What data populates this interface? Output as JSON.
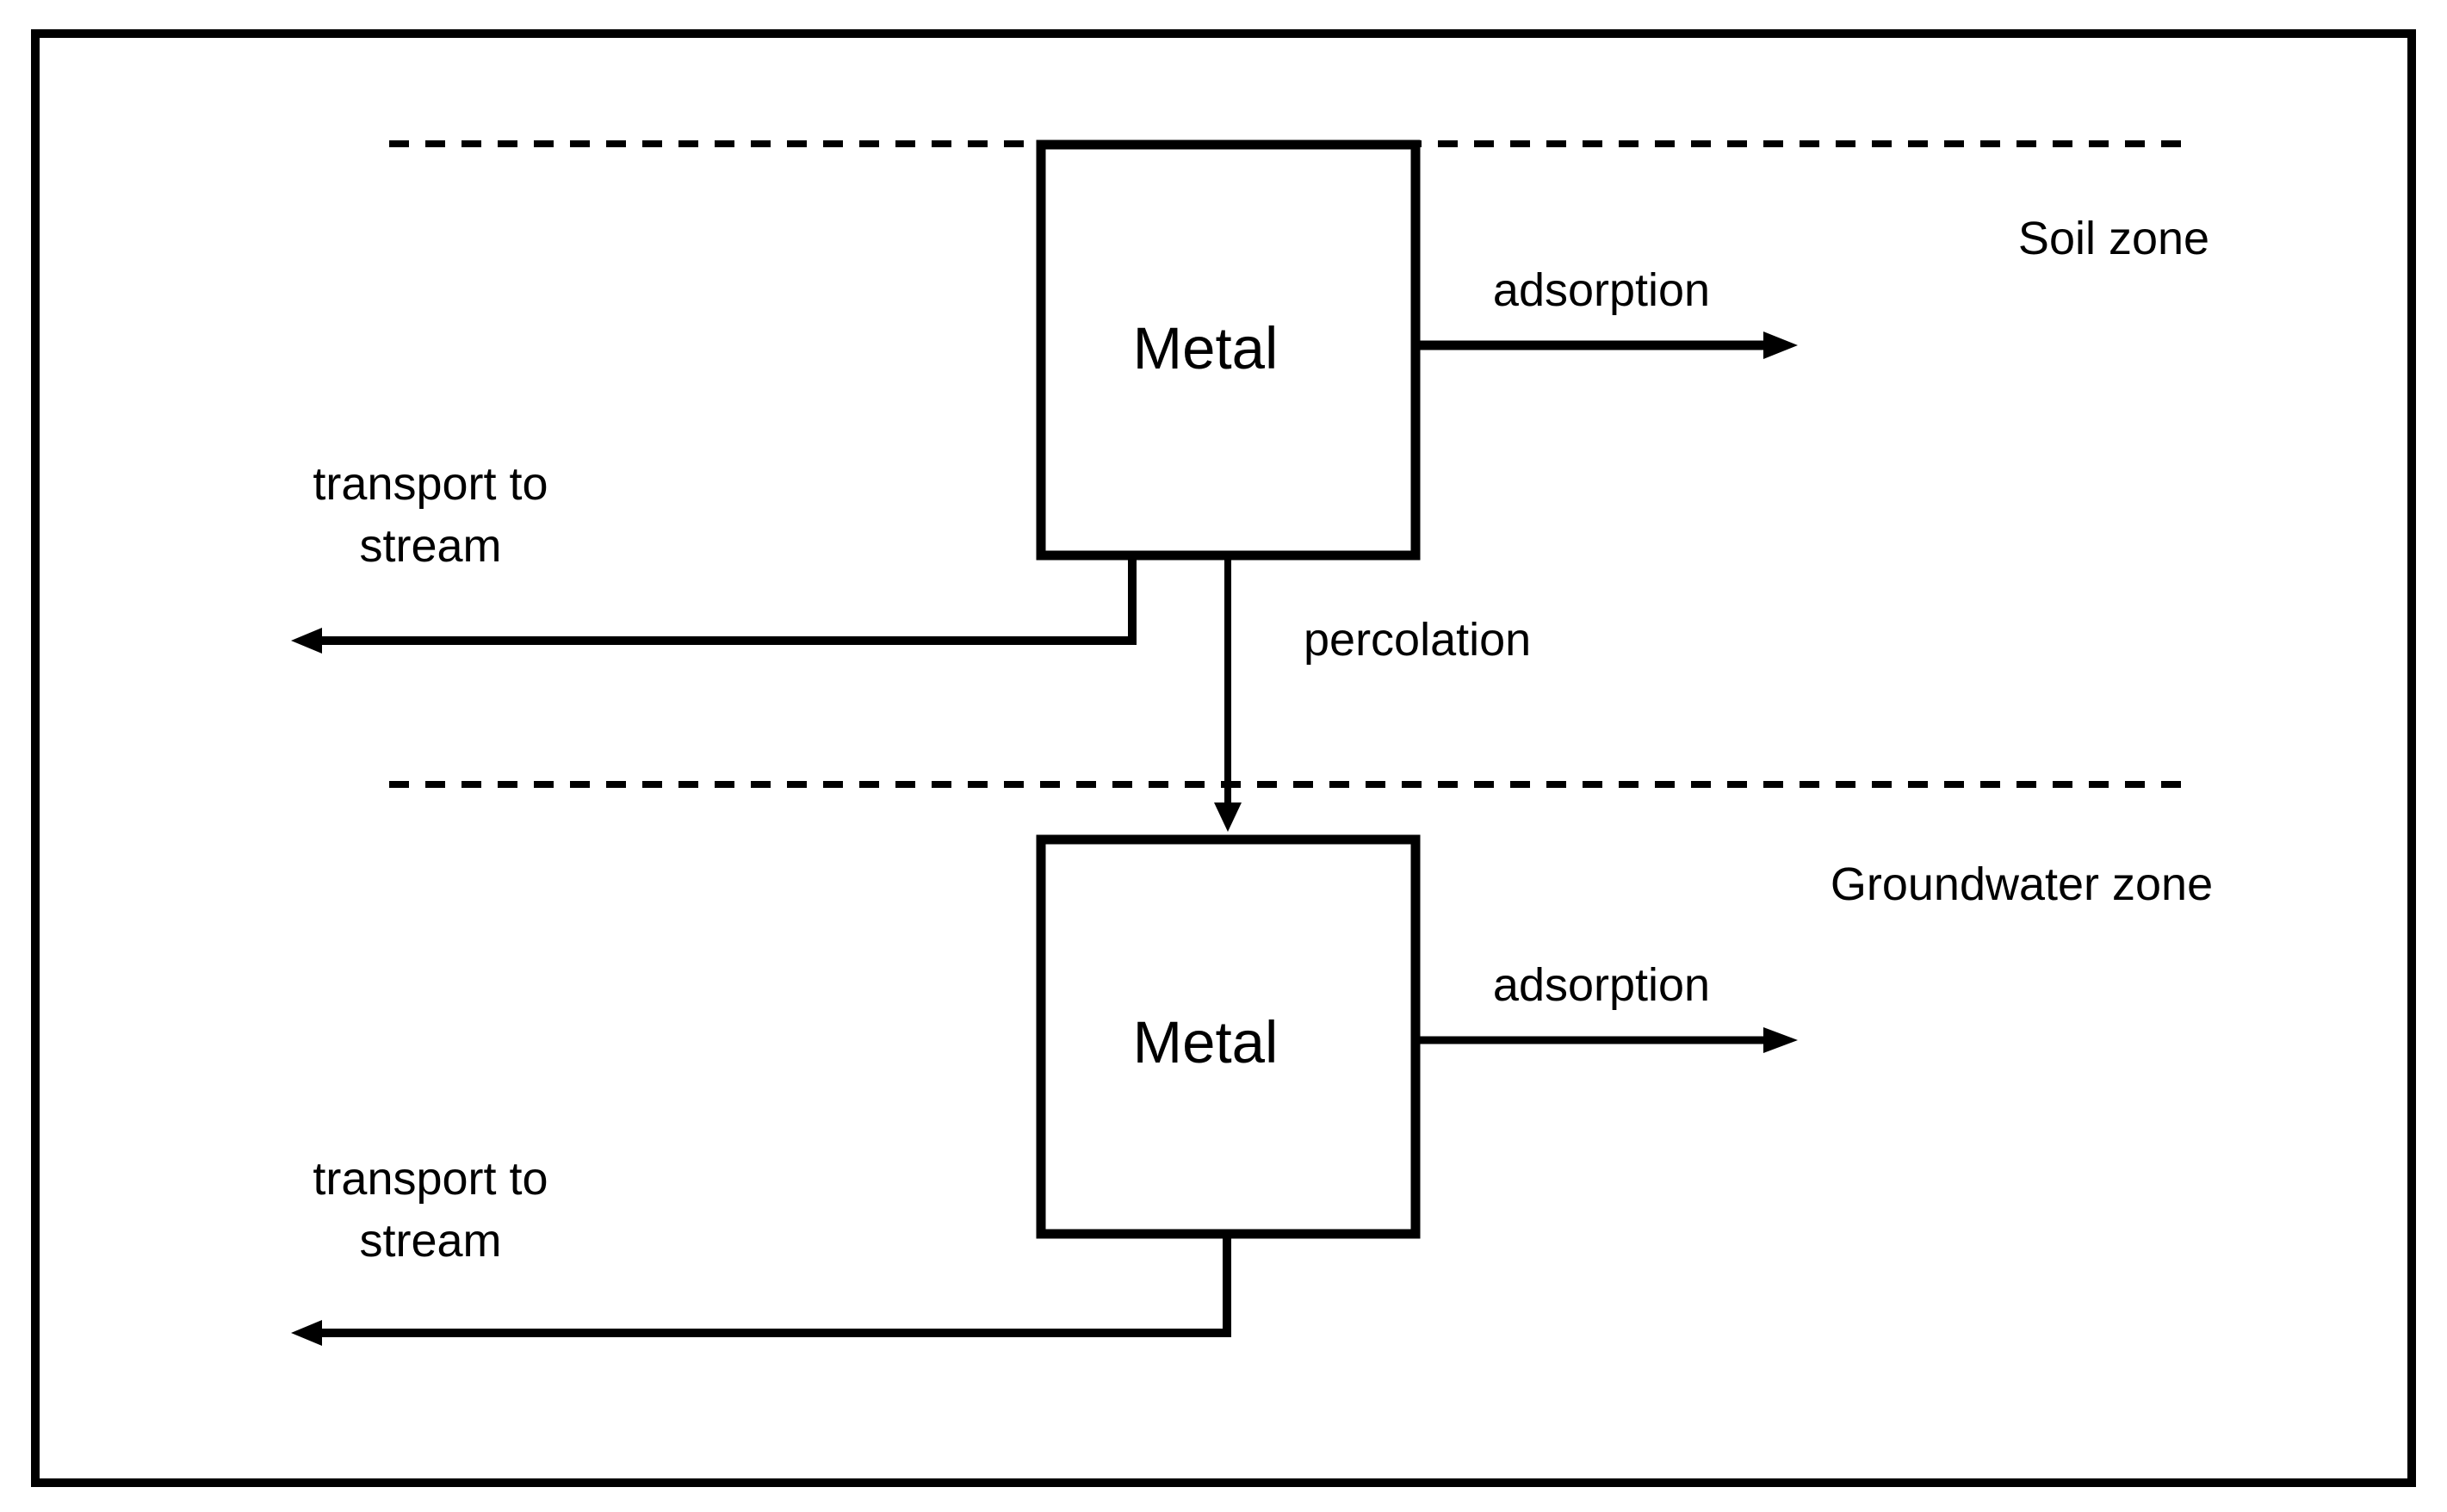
{
  "page": {
    "background": "#ffffff",
    "line_color": "#000000"
  },
  "diagram": {
    "soil_zone": {
      "zone_label": "Soil zone",
      "metal_box_label": "Metal",
      "adsorption_label": "adsorption",
      "transport_label_line1": "transport to",
      "transport_label_line2": "stream",
      "percolation_label": "percolation"
    },
    "groundwater_zone": {
      "zone_label": "Groundwater zone",
      "metal_box_label": "Metal",
      "adsorption_label": "adsorption",
      "transport_label_line1": "transport to",
      "transport_label_line2": "stream"
    }
  }
}
